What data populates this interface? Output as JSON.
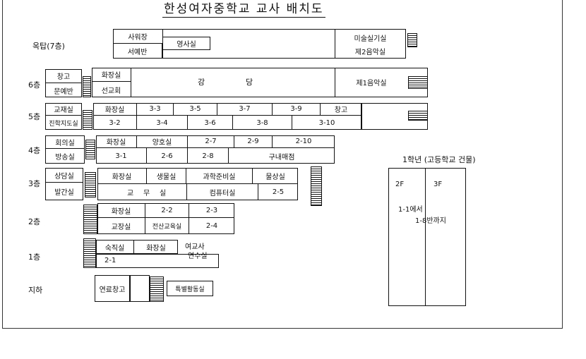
{
  "title": "한성여자중학교 교사 배치도",
  "floors": {
    "rooftop": "옥탑(7층)",
    "f6": "6층",
    "f5": "5층",
    "f4": "4층",
    "f3": "3층",
    "f2": "2층",
    "f1": "1층",
    "basement": "지하"
  },
  "rooftop": {
    "left": [
      "사워장",
      "서예반"
    ],
    "mid": "영사실",
    "right": [
      "미술실기실",
      "제2음악실"
    ]
  },
  "f6": {
    "left": [
      "창고",
      "문예반"
    ],
    "inner": [
      "화장실",
      "선교회"
    ],
    "hall": [
      "강",
      "당"
    ],
    "music": "제1음악실"
  },
  "f5": {
    "left": [
      "교재실",
      "진학지도실"
    ],
    "top": [
      "화장실",
      "3-3",
      "3-5",
      "3-7",
      "3-9",
      "창고"
    ],
    "bottom": [
      "3-2",
      "3-4",
      "3-6",
      "3-8",
      "3-10"
    ]
  },
  "f4": {
    "left": [
      "회의실",
      "방송실"
    ],
    "top": [
      "화장실",
      "양호실",
      "2-7",
      "2-9",
      "2-10"
    ],
    "bottom": [
      "3-1",
      "2-6",
      "2-8",
      "구내매점"
    ]
  },
  "f3": {
    "left": [
      "상담실",
      "발간실"
    ],
    "top": [
      "화장실",
      "생물실",
      "과학준비실",
      "물상실"
    ],
    "bottom": [
      "교",
      "무",
      "실",
      "컴퓨터실",
      "2-5"
    ]
  },
  "f2": {
    "top": [
      "화장실",
      "2-2",
      "2-3"
    ],
    "bottom": [
      "교장실",
      "전산교육실",
      "2-4"
    ]
  },
  "f1": {
    "top": [
      "숙직실",
      "화장실"
    ],
    "bottom": "2-1",
    "right": [
      "여교사",
      "연수실"
    ]
  },
  "basement": {
    "left": "연료창고",
    "right": "특별활동실"
  },
  "annex": {
    "title": "1학년 (고등학교 건물)",
    "f2": "2F",
    "f3": "3F",
    "range_from": "1-1에서",
    "range_to": "1-8반까지"
  }
}
